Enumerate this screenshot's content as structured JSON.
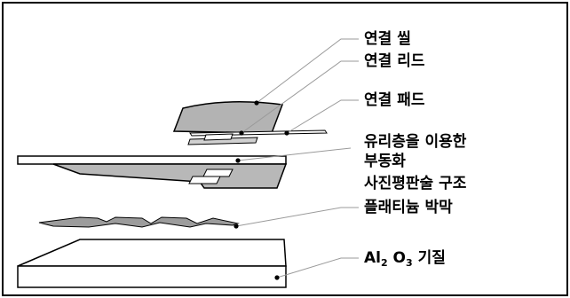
{
  "labels": {
    "connection_seal": "연결 씰",
    "connection_lead": "연결 리드",
    "connection_pad": "연결 패드",
    "glass_passivation_line1": "유리층을 이용한",
    "glass_passivation_line2": "부동화",
    "photolithography_structure": "사진평판술 구조",
    "platinum_film": "플래티늄 박막",
    "substrate": {
      "al": "Al",
      "al_sub": "2",
      "o": " O",
      "o_sub": "3",
      "suffix": " 기질"
    }
  },
  "colors": {
    "outline": "#000000",
    "leader_line": "#9a9a9a",
    "seal_fill": "#b3b3b3",
    "glass_fill": "#b8b8b8",
    "platinum_fill": "#9c9c9c",
    "substrate_fill": "#ffffff"
  }
}
